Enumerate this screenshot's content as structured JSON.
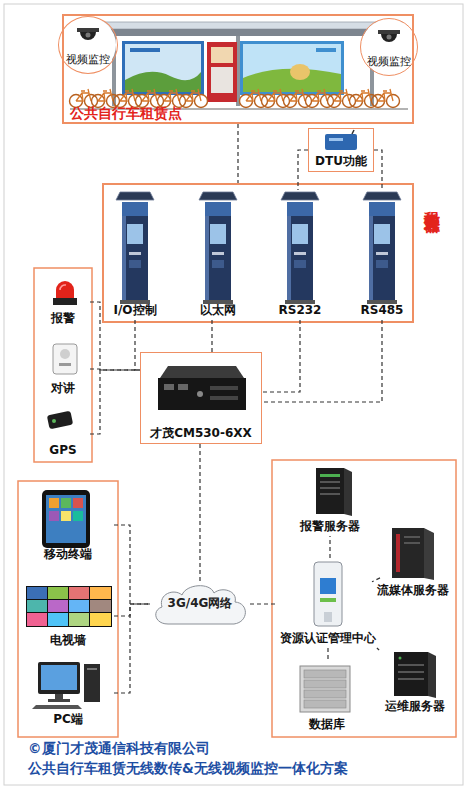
{
  "diagram": {
    "nodes": [
      {
        "text": [
          "公共自行车租赁点"
        ]
      },
      {
        "text": [
          "视频监控"
        ],
        "in": 0
      },
      {
        "text": [
          "视频监控"
        ],
        "in": 0
      },
      {
        "text": [
          "DTU功能"
        ]
      },
      {
        "text": [
          "租赁点管理器"
        ]
      },
      {
        "text": [
          "I/O控制"
        ],
        "in": 4
      },
      {
        "text": [
          "以太网"
        ],
        "in": 4
      },
      {
        "text": [
          "RS232"
        ],
        "in": 4
      },
      {
        "text": [
          "RS485"
        ],
        "in": 4
      },
      {
        "text": [
          "报警"
        ]
      },
      {
        "text": [
          "对讲"
        ]
      },
      {
        "text": [
          "GPS"
        ]
      },
      {
        "text": [
          "才茂CM530-6XX"
        ]
      },
      {
        "text": [
          "移动终端"
        ]
      },
      {
        "text": [
          "电视墙"
        ]
      },
      {
        "text": [
          "PC端"
        ]
      },
      {
        "text": [
          "3G/4G网络"
        ]
      },
      {
        "text": [
          "报警服务器"
        ]
      },
      {
        "text": [
          "流媒体服务器"
        ]
      },
      {
        "text": [
          "资源认证管理中心"
        ]
      },
      {
        "text": [
          "运维服务器"
        ]
      },
      {
        "text": [
          "数据库"
        ]
      }
    ],
    "edges": [
      {
        "from": 0,
        "to": 4,
        "arrow": "none"
      },
      {
        "from": 3,
        "to": 7,
        "arrow": "none"
      },
      {
        "from": 3,
        "to": 8,
        "arrow": "none"
      },
      {
        "from": 9,
        "to": 12,
        "arrow": "none"
      },
      {
        "from": 10,
        "to": 12,
        "arrow": "none"
      },
      {
        "from": 11,
        "to": 12,
        "arrow": "none"
      },
      {
        "from": 5,
        "to": 12,
        "arrow": "none"
      },
      {
        "from": 6,
        "to": 12,
        "arrow": "none"
      },
      {
        "from": 7,
        "to": 12,
        "arrow": "none"
      },
      {
        "from": 8,
        "to": 12,
        "arrow": "none"
      },
      {
        "from": 12,
        "to": 16,
        "arrow": "none"
      },
      {
        "from": 13,
        "to": 16,
        "arrow": "none"
      },
      {
        "from": 14,
        "to": 16,
        "arrow": "none"
      },
      {
        "from": 15,
        "to": 16,
        "arrow": "none"
      },
      {
        "from": 16,
        "to": 19,
        "arrow": "none"
      },
      {
        "from": 19,
        "to": 17,
        "arrow": "none"
      },
      {
        "from": 19,
        "to": 18,
        "arrow": "none"
      },
      {
        "from": 19,
        "to": 20,
        "arrow": "none"
      },
      {
        "from": 19,
        "to": 21,
        "arrow": "none"
      }
    ],
    "labels": [
      "©厦门才茂通信科技有限公司",
      "公共自行车租赁无线数传&无线视频监控一体化方案"
    ]
  }
}
